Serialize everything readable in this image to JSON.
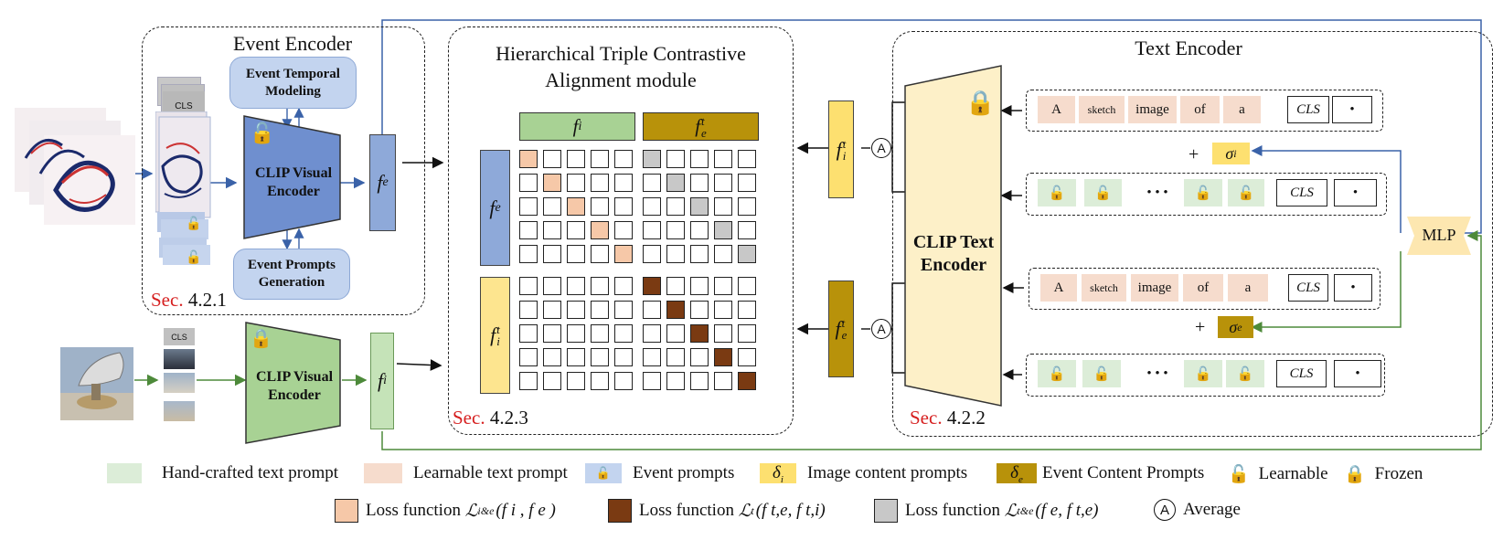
{
  "event_encoder": {
    "title": "Event Encoder",
    "temporal_module": "Event Temporal Modeling",
    "clip_visual_encoder": "CLIP Visual Encoder",
    "prompts_generation": "Event Prompts Generation",
    "cls_token": "CLS",
    "feature_label": "f",
    "feature_sup": "e",
    "section_prefix": "Sec.",
    "section_num": "4.2.1"
  },
  "image_branch": {
    "clip_visual_encoder": "CLIP Visual Encoder",
    "cls_token": "CLS",
    "feature_label": "f",
    "feature_sup": "i"
  },
  "alignment": {
    "title_line1": "Hierarchical Triple Contrastive",
    "title_line2": "Alignment module",
    "header_left": "f",
    "header_left_sup": "i",
    "header_right": "f",
    "header_right_sub": "e",
    "header_right_sup": "t",
    "row_top": "f",
    "row_top_sup": "e",
    "row_bottom": "f",
    "row_bottom_sub": "i",
    "row_bottom_sup": "t",
    "section_prefix": "Sec.",
    "section_num": "4.2.3"
  },
  "text_encoder": {
    "title": "Text Encoder",
    "clip_text_encoder": "CLIP Text Encoder",
    "out_top": "f",
    "out_top_sub": "i",
    "out_top_sup": "t",
    "out_bottom": "f",
    "out_bottom_sub": "e",
    "out_bottom_sup": "t",
    "average_symbol": "A",
    "plus": "+",
    "sigma_i": "σ",
    "sigma_i_sub": "i",
    "sigma_e": "σ",
    "sigma_e_sub": "e",
    "mlp": "MLP",
    "section_prefix": "Sec.",
    "section_num": "4.2.2",
    "row1": [
      "A",
      "sketch",
      "image",
      "of",
      "a",
      "CLS",
      "•"
    ],
    "row3": [
      "A",
      "sketch",
      "image",
      "of",
      "a",
      "CLS",
      "•"
    ],
    "ellipsis": "• • •",
    "cls": "CLS",
    "dot": "•"
  },
  "legend": {
    "hand_crafted": "Hand-crafted text prompt",
    "learnable_text": "Learnable text prompt",
    "event_prompts": "Event prompts",
    "image_content_sym": "δ",
    "image_content_sub": "i",
    "image_content": "Image content prompts",
    "event_content_sym": "δ",
    "event_content_sub": "e",
    "event_content": "Event Content Prompts",
    "learnable": "Learnable",
    "frozen": "Frozen",
    "loss_ie_text": "Loss function",
    "loss_ie_math": "ℒ",
    "loss_ie_sub": "i&e",
    "loss_ie_args": "(f i , f e )",
    "loss_t_text": "Loss function",
    "loss_t_math": "ℒ",
    "loss_t_sub": "t",
    "loss_t_args": "(f t,e, f t,i)",
    "loss_te_text": "Loss function",
    "loss_te_math": "ℒ",
    "loss_te_sub": "t&e",
    "loss_te_args": "(f e, f t,e)",
    "average_symbol": "A",
    "average": "Average"
  },
  "colors": {
    "pink": "#f6dccd",
    "green_light": "#dcedd8",
    "blue_prompt": "#c3d4ef",
    "yellow": "#fde07a",
    "gold": "#b8920a",
    "brown": "#7a3a12",
    "gray": "#c8c8c8",
    "blue_encoder": "#6f8fcf",
    "green_encoder": "#a8d294",
    "text_encoder": "#fdf0c8",
    "red": "#d62020"
  }
}
